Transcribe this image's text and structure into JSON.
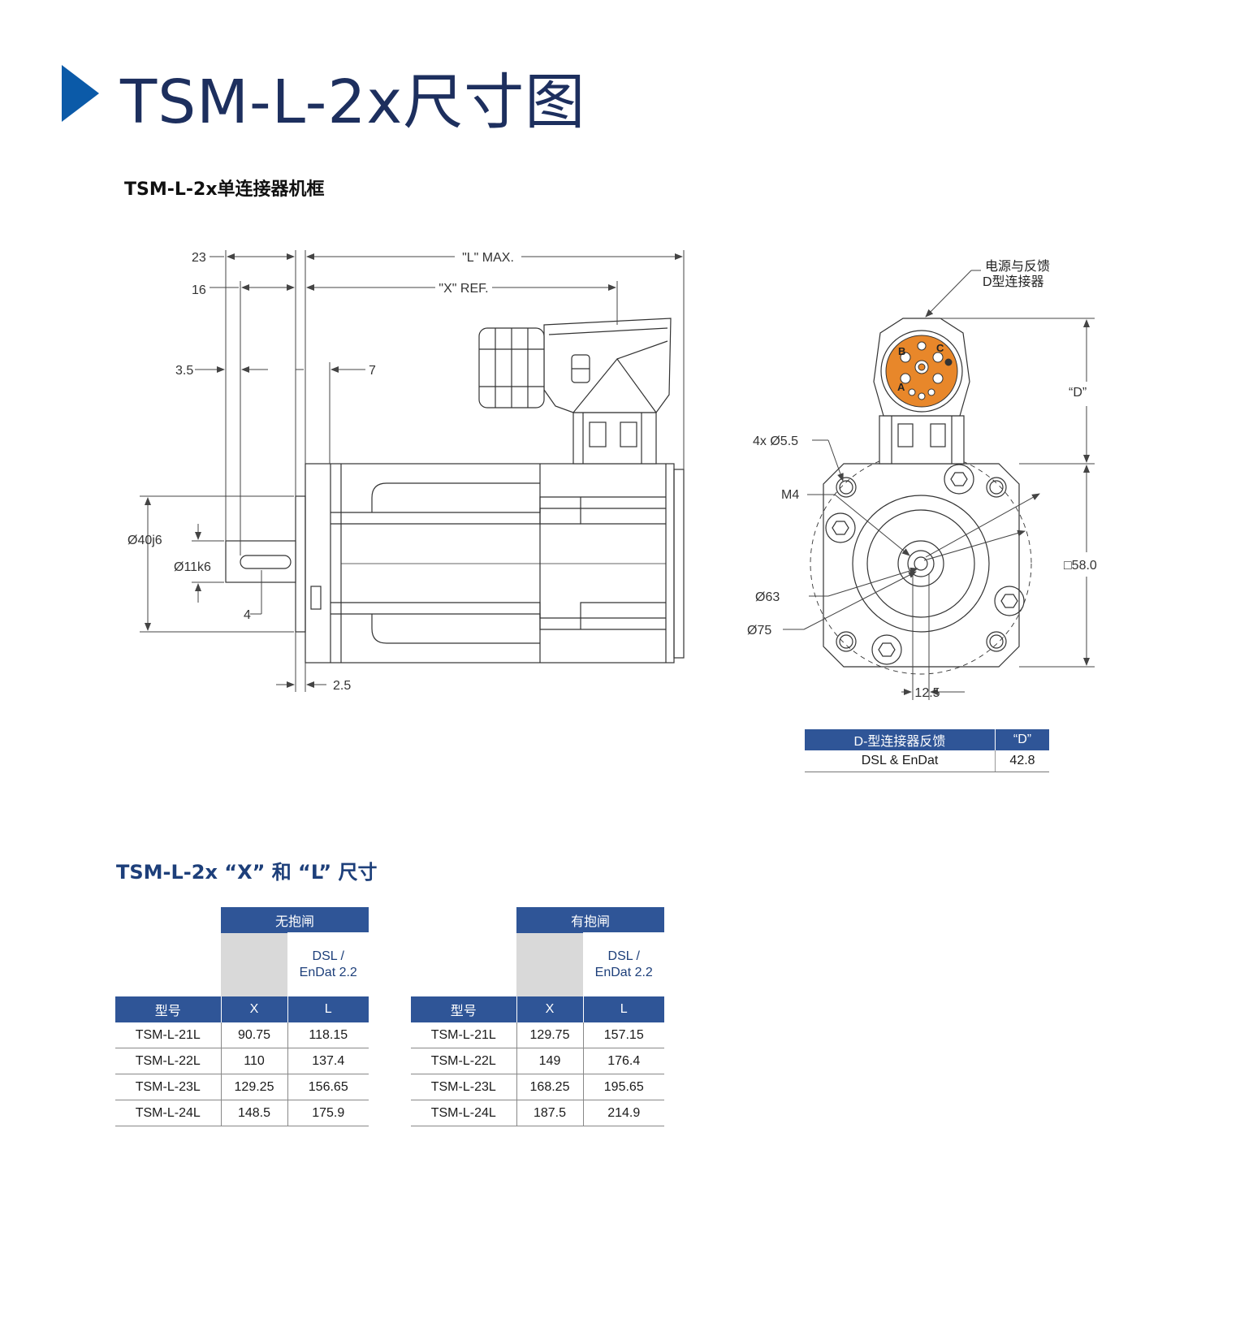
{
  "page": {
    "title": "TSM-L-2x尺寸图",
    "subtitle": "TSM-L-2x单连接器机框",
    "section_title": "TSM-L-2x “X” 和 “L” 尺寸"
  },
  "drawing": {
    "side_view": {
      "dim_23": "23",
      "dim_16": "16",
      "dim_3_5": "3.5",
      "dim_7": "7",
      "dim_L": "\"L\" MAX.",
      "dim_X": "\"X\" REF.",
      "dim_40j6": "Ø40j6",
      "dim_11k6": "Ø11k6",
      "dim_4": "4",
      "dim_2_5": "2.5"
    },
    "front_view": {
      "connector_label_1": "电源与反馈",
      "connector_label_2": "D型连接器",
      "dim_D": "“D”",
      "dim_4x": "4x Ø5.5",
      "dim_M4": "M4",
      "dim_63": "Ø63",
      "dim_75": "Ø75",
      "dim_58": "□58.0",
      "dim_12_5": "12.5",
      "pin_A": "A",
      "pin_B": "B",
      "pin_C": "C"
    }
  },
  "d_table": {
    "headers": [
      "D-型连接器反馈",
      "“D”"
    ],
    "rows": [
      [
        "DSL & EnDat",
        "42.8"
      ]
    ]
  },
  "xl_tables": [
    {
      "brake": "无抱闸",
      "encoder": [
        "DSL /",
        "EnDat 2.2"
      ],
      "headers": [
        "型号",
        "X",
        "L"
      ],
      "rows": [
        [
          "TSM-L-21L",
          "90.75",
          "118.15"
        ],
        [
          "TSM-L-22L",
          "110",
          "137.4"
        ],
        [
          "TSM-L-23L",
          "129.25",
          "156.65"
        ],
        [
          "TSM-L-24L",
          "148.5",
          "175.9"
        ]
      ]
    },
    {
      "brake": "有抱闸",
      "encoder": [
        "DSL /",
        "EnDat 2.2"
      ],
      "headers": [
        "型号",
        "X",
        "L"
      ],
      "rows": [
        [
          "TSM-L-21L",
          "129.75",
          "157.15"
        ],
        [
          "TSM-L-22L",
          "149",
          "176.4"
        ],
        [
          "TSM-L-23L",
          "168.25",
          "195.65"
        ],
        [
          "TSM-L-24L",
          "187.5",
          "214.9"
        ]
      ]
    }
  ],
  "colors": {
    "header_blue": "#2f5597",
    "title_navy": "#1d2f5e",
    "arrow_blue": "#0b5aa8",
    "connector_orange": "#e8872a"
  }
}
